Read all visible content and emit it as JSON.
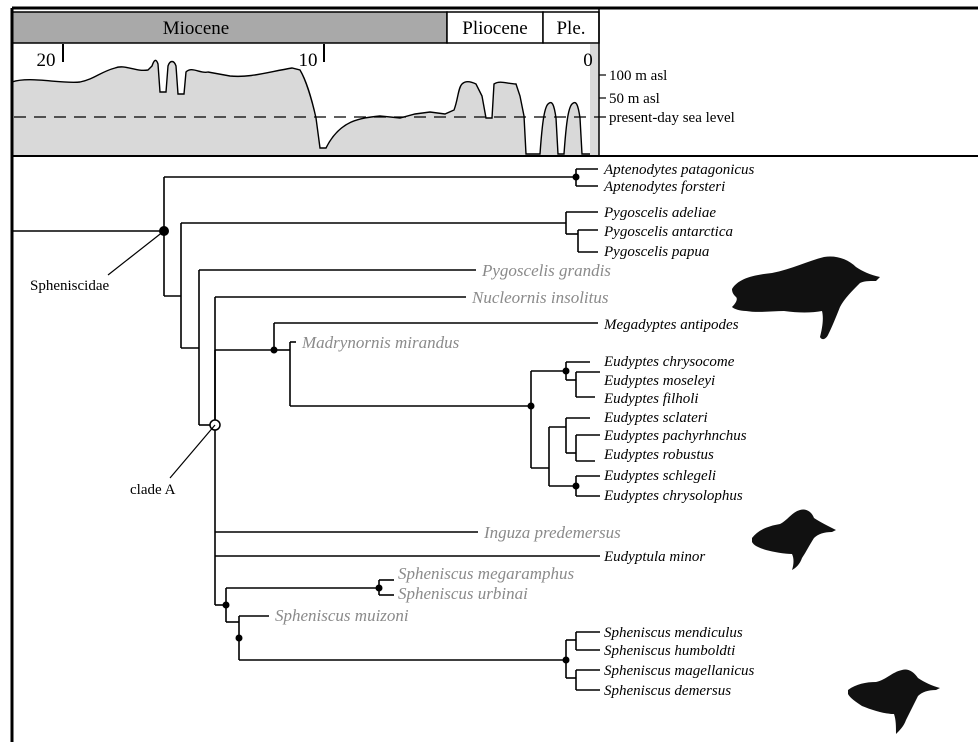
{
  "timeline": {
    "epochs": [
      {
        "id": "miocene",
        "label": "Miocene"
      },
      {
        "id": "pliocene",
        "label": "Pliocene"
      },
      {
        "id": "pleistocene",
        "label": "Ple."
      }
    ],
    "time_ticks": [
      "20",
      "10",
      "0"
    ],
    "sea_level_labels": [
      "100 m asl",
      "50 m asl",
      "present-day sea level"
    ]
  },
  "tree": {
    "extant_taxa": [
      "Aptenodytes patagonicus",
      "Aptenodytes forsteri",
      "Pygoscelis adeliae",
      "Pygoscelis antarctica",
      "Pygoscelis papua",
      "Megadyptes antipodes",
      "Eudyptes chrysocome",
      "Eudyptes moseleyi",
      "Eudyptes filholi",
      "Eudyptes sclateri",
      "Eudyptes pachyrhnchus",
      "Eudyptes robustus",
      "Eudyptes schlegeli",
      "Eudyptes chrysolophus",
      "Eudyptula minor",
      "Spheniscus mendiculus",
      "Spheniscus humboldti",
      "Spheniscus magellanicus",
      "Spheniscus demersus"
    ],
    "fossil_taxa": [
      "Pygoscelis grandis",
      "Nucleornis insolitus",
      "Madrynornis mirandus",
      "Inguza predemersus",
      "Spheniscus megaramphus",
      "Spheniscus urbinai",
      "Spheniscus muizoni"
    ],
    "clade_labels": [
      "Spheniscidae",
      "clade A"
    ]
  },
  "colors": {
    "epoch_fill": "#a9a9a9",
    "sea_fill": "#d9d9d9",
    "fossil_text": "#8a8a8a",
    "line": "#000000",
    "silhouette": "#111111"
  },
  "icons": [
    "penguin-silhouette-icon",
    "penguin-silhouette-icon",
    "penguin-silhouette-icon"
  ]
}
